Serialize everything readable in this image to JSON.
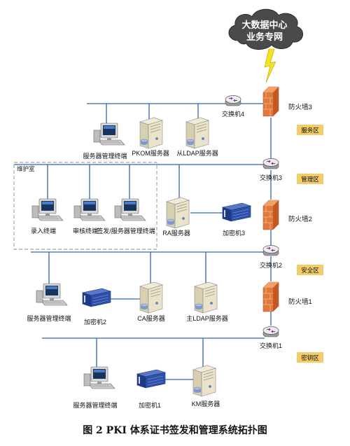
{
  "cloud": {
    "line1": "大数据中心",
    "line2": "业务专网"
  },
  "zones": {
    "service": "服务区",
    "management": "管理区",
    "security": "安全区",
    "keystore": "密钥区"
  },
  "firewalls": {
    "fw3": "防火墙3",
    "fw2": "防火墙2",
    "fw1": "防火墙1"
  },
  "switches": {
    "sw4": "交换机4",
    "sw3": "交换机3",
    "sw2": "交换机2",
    "sw1": "交换机1"
  },
  "maintenance_room": "维护室",
  "nodes": {
    "srv_term_top": "服务器管理终端",
    "pkom": "PKOM服务器",
    "slave_ldap": "从LDAP服务器",
    "entry_term": "录入终端",
    "audit_term": "审核终端",
    "issue_term": "签发/服务器管理终端",
    "ra": "RA服务器",
    "enc3": "加密机3",
    "srv_term_mid": "服务器管理终端",
    "enc2": "加密机2",
    "ca": "CA服务器",
    "master_ldap": "主LDAP服务器",
    "srv_term_bot": "服务器管理终端",
    "enc1": "加密机1",
    "km": "KM服务器"
  },
  "caption": "图 2   PKI 体系证书签发和管理系统拓扑图",
  "colors": {
    "zone_bg": "#f3cc6a",
    "line": "#2f64b4",
    "firewall": "#e07a3c",
    "cloud": "#444444",
    "lightning": "#f4e21a"
  }
}
